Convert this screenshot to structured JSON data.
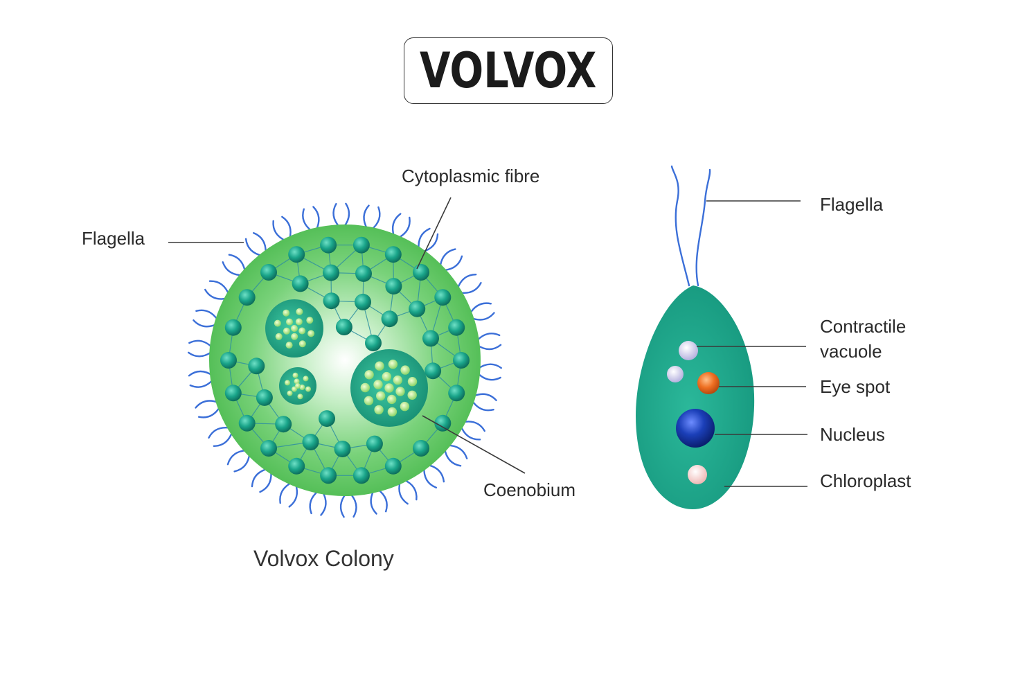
{
  "title": "VOLVOX",
  "colony": {
    "caption": "Volvox Colony",
    "labels": {
      "flagella": "Flagella",
      "cytoplasmic_fibre": "Cytoplasmic fibre",
      "coenobium": "Coenobium"
    }
  },
  "cell": {
    "labels": {
      "flagella": "Flagella",
      "contractile_vacuole_line1": "Contractile",
      "contractile_vacuole_line2": "vacuole",
      "eye_spot": "Eye spot",
      "nucleus": "Nucleus",
      "chloroplast": "Chloroplast"
    }
  },
  "colors": {
    "colony_green": "#5cc45e",
    "cell_teal": "#21a88e",
    "flagella_blue": "#3b6fd8",
    "nucleus_blue": "#1b3fb8",
    "eye_spot_orange": "#e86a1f",
    "vacuole_lilac": "#c4c2e6",
    "chloroplast_pink": "#f2c6c4"
  }
}
